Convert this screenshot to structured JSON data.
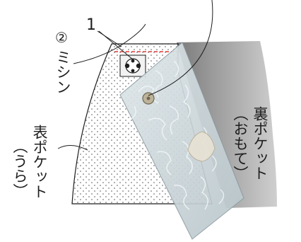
{
  "labels": {
    "number_1": "1",
    "step": "②",
    "step_text": "ミシン",
    "front_pocket": "表ポケット",
    "front_pocket_paren": "（うら）",
    "back_pocket": "裏ポケット",
    "back_pocket_paren": "（おもて）"
  },
  "colors": {
    "outline": "#1e1e1e",
    "dots": "#555555",
    "stitch": "#e03a3a",
    "gray_pocket": "#8f8f8f",
    "mesh": "#c9d4d8"
  }
}
